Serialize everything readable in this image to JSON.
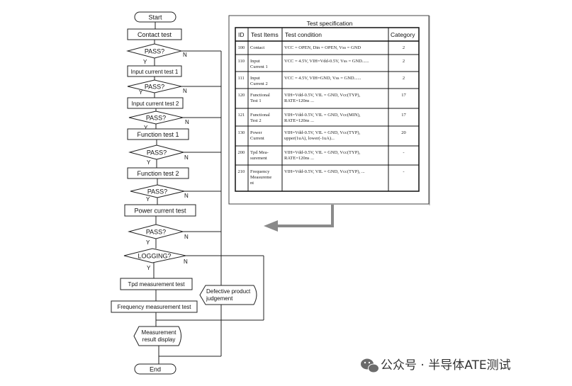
{
  "flowchart": {
    "start": "Start",
    "contact_test": "Contact test",
    "pass_label": "PASS?",
    "yes_label": "Y",
    "no_label": "N",
    "input_current_test_1": "Input current test 1",
    "input_current_test_2": "Input current test 2",
    "function_test_1": "Function test 1",
    "function_test_2": "Function test 2",
    "power_current_test": "Power current test",
    "logging": "LOGGING?",
    "tpd_measurement_test": "Tpd measurement test",
    "frequency_measurement_test": "Frequency measurement test",
    "defective_judgement_line1": "Defective product",
    "defective_judgement_line2": "judgement",
    "result_display_line1": "Measurement",
    "result_display_line2": "result display",
    "end": "End"
  },
  "spec_table": {
    "title": "Test specification",
    "headers": [
      "ID",
      "Test Items",
      "Test condition",
      "Category"
    ],
    "rows": [
      {
        "id": "100",
        "item": [
          "Contact"
        ],
        "condition": [
          "VCC = OPEN, Din = OPEN, Vss = GND"
        ],
        "category": "2"
      },
      {
        "id": "110",
        "item": [
          "Input",
          "Current 1"
        ],
        "condition": [
          "VCC = 4.5V, VIH=Vdd-0.5V, Vss = GND......"
        ],
        "category": "2"
      },
      {
        "id": "111",
        "item": [
          "Input",
          "Current 2"
        ],
        "condition": [
          "VCC = 4.5V, VIH=GND, Vss = GND......"
        ],
        "category": "2"
      },
      {
        "id": "120",
        "item": [
          "Functional",
          "Test 1"
        ],
        "condition": [
          "VIH=Vdd-0.5V, VIL = GND, Vcc(TYP),",
          "RATE=120ns ..."
        ],
        "category": "17"
      },
      {
        "id": "121",
        "item": [
          "Functional",
          "Test 2"
        ],
        "condition": [
          "VIH=Vdd-0.5V, VIL = GND, Vcc(MIN),",
          "RATE=120ns ..."
        ],
        "category": "17"
      },
      {
        "id": "130",
        "item": [
          "Power",
          "Current"
        ],
        "condition": [
          "VIH=Vdd-0.5V, VIL = GND, Vcc(TYP),",
          "upper(1uA), lower(-1uA)..."
        ],
        "category": "20"
      },
      {
        "id": "200",
        "item": [
          "Tpd Mea-",
          "surement"
        ],
        "condition": [
          "VIH=Vdd-0.5V, VIL = GND, Vcc(TYP),",
          "RATE=120ns ..."
        ],
        "category": "-"
      },
      {
        "id": "210",
        "item": [
          "Frequency",
          "Measureme",
          "nt"
        ],
        "condition": [
          "VIH=Vdd-0.5V, VIL = GND, Vcc(TYP), ..."
        ],
        "category": "-"
      }
    ]
  },
  "watermark": {
    "text": "公众号 · 半导体ATE测试",
    "icon": "wechat-icon"
  }
}
